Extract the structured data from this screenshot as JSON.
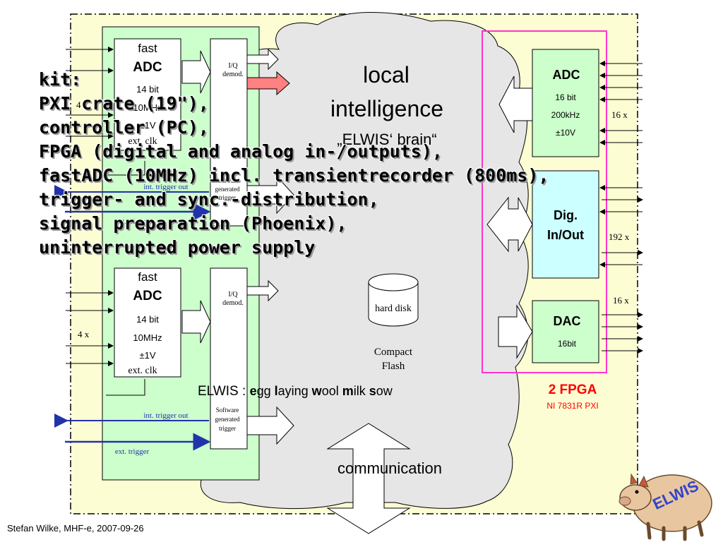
{
  "fast_adc": [
    {
      "title1": "fast",
      "title2": "ADC",
      "bits": "14 bit",
      "rate": "10MHz",
      "range": "±1V",
      "clk": "ext. clk",
      "inputs": "4 x"
    },
    {
      "title1": "fast",
      "title2": "ADC",
      "bits": "14 bit",
      "rate": "10MHz",
      "range": "±1V",
      "clk": "ext. clk",
      "inputs": "4 x"
    }
  ],
  "iq": [
    "I/Q",
    "demod."
  ],
  "software_trigger": [
    "Software",
    "generated",
    "trigger"
  ],
  "int_trigger_out": "int. trigger out",
  "ext_trigger": "ext. trigger",
  "brain": {
    "line1": "local",
    "line2": "intelligence",
    "line3": "„ELWIS‘ brain“"
  },
  "hard_disk": "hard disk",
  "compact_flash": [
    "Compact",
    "Flash"
  ],
  "communication": "communication",
  "elwis_prefix": "ELWIS  : ",
  "elwis_parts": [
    {
      "t": "e",
      "b": true
    },
    {
      "t": "gg ",
      "b": false
    },
    {
      "t": "l",
      "b": true
    },
    {
      "t": "aying ",
      "b": false
    },
    {
      "t": "w",
      "b": true
    },
    {
      "t": "ool ",
      "b": false
    },
    {
      "t": "m",
      "b": true
    },
    {
      "t": "ilk ",
      "b": false
    },
    {
      "t": "s",
      "b": true
    },
    {
      "t": "ow",
      "b": false
    }
  ],
  "adc16": {
    "title": "ADC",
    "bits": "16 bit",
    "rate": "200kHz",
    "range": "±10V",
    "count": "16 x"
  },
  "dig": {
    "line1": "Dig.",
    "line2": "In/Out",
    "count": "192 x"
  },
  "dac": {
    "title": "DAC",
    "bits": "16bit",
    "count": "16 x"
  },
  "fpga": {
    "title": "2 FPGA",
    "subtitle": "NI 7831R PXI"
  },
  "author": "Stefan Wilke, MHF-e, 2007-09-26",
  "mascot": "ELWIS",
  "overlay_lines": [
    "kit:",
    "PXI crate (19\"),",
    "controller (PC),",
    "FPGA (digital and analog in-/outputs),",
    "fastADC (10MHz) incl. transientrecorder (800ms),",
    "trigger- and sync.-distribution,",
    "signal preparation (Phoenix),",
    "uninterrupted power supply"
  ],
  "colors": {
    "frame_bg": "#fdfdd3",
    "green": "#ccffcc",
    "cyan": "#ccffff",
    "magenta": "#ff33cc",
    "pink_arrow": "#ff8080",
    "blue_line": "#2233aa",
    "fpga_red": "#ff0000",
    "cloud": "#e6e6e6"
  }
}
